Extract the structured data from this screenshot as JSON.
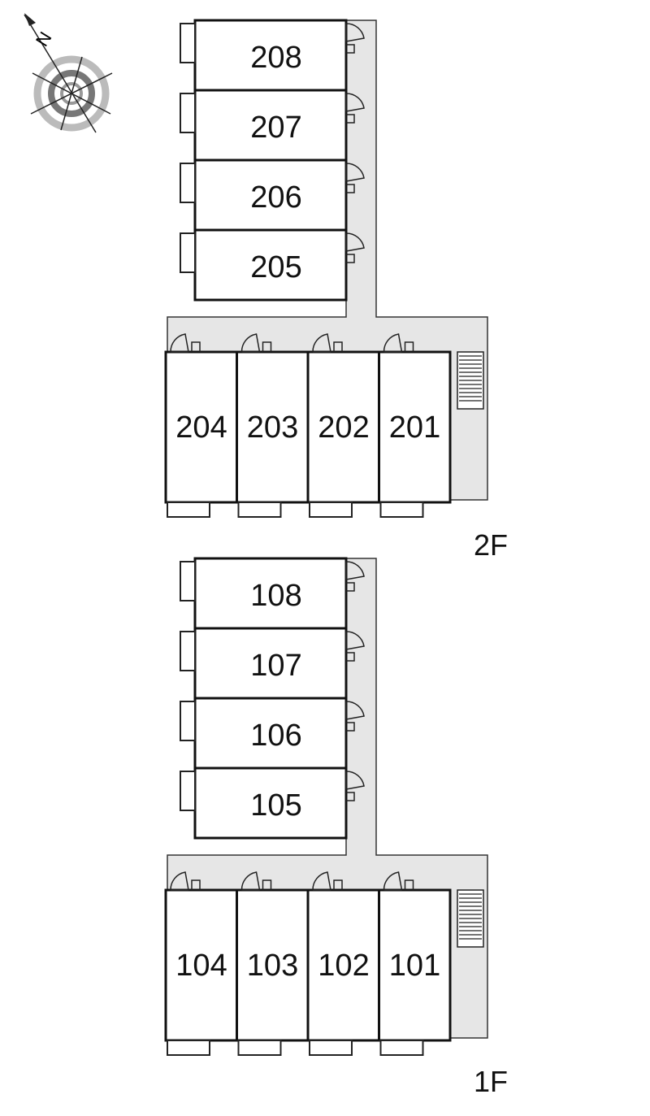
{
  "compass": {
    "icon": "compass-north-icon",
    "north_label": "N"
  },
  "floors": [
    {
      "label": "2F",
      "north_units": [
        "208",
        "207",
        "206",
        "205"
      ],
      "south_units": [
        "204",
        "203",
        "202",
        "201"
      ]
    },
    {
      "label": "1F",
      "north_units": [
        "108",
        "107",
        "106",
        "105"
      ],
      "south_units": [
        "104",
        "103",
        "102",
        "101"
      ]
    }
  ],
  "colors": {
    "corridor": "#e6e6e6",
    "wall": "#111111",
    "room": "#ffffff"
  }
}
